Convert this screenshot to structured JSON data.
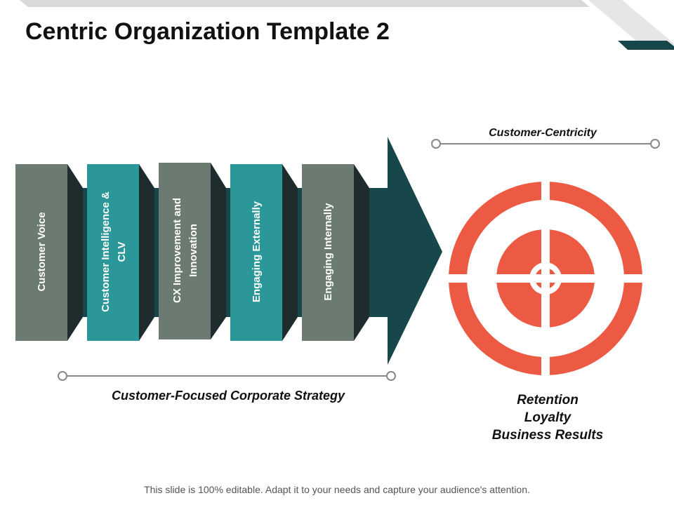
{
  "slide": {
    "title": "Centric Organization Template 2",
    "footer": "This slide is 100% editable. Adapt it to your needs and capture your audience's attention."
  },
  "colors": {
    "arrow": "#17474a",
    "arrow_shadow": "#1f2f30",
    "panel_gray": "#6b7b72",
    "panel_teal": "#2c9799",
    "target": "#ec5a43",
    "connector": "#888888",
    "corner_band": "#d9d9d9",
    "corner_accent": "#17474a"
  },
  "panels": [
    {
      "label": "Customer Voice",
      "color": "gray"
    },
    {
      "label": "Customer Intelligence & CLV",
      "line1": "Customer Intelligence &",
      "line2": "CLV",
      "color": "teal"
    },
    {
      "label": "CX Improvement and Innovation",
      "line1": "CX Improvement and",
      "line2": "Innovation",
      "color": "gray"
    },
    {
      "label": "Engaging Externally",
      "color": "teal"
    },
    {
      "label": "Engaging Internally",
      "color": "gray"
    }
  ],
  "labels": {
    "strategy": "Customer-Focused Corporate Strategy",
    "centricity": "Customer-Centricity"
  },
  "outcomes": [
    "Retention",
    "Loyalty",
    "Business Results"
  ]
}
